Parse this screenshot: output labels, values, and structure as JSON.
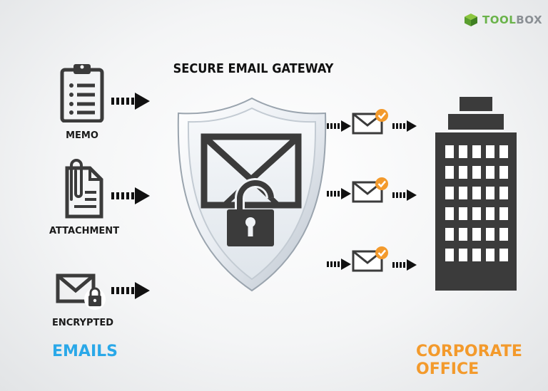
{
  "brand": {
    "logo_part1": "TOOL",
    "logo_part2": "BOX"
  },
  "title": "SECURE EMAIL GATEWAY",
  "inputs": [
    {
      "label": "MEMO",
      "icon": "clipboard-icon"
    },
    {
      "label": "ATTACHMENT",
      "icon": "paperclip-document-icon"
    },
    {
      "label": "ENCRYPTED",
      "icon": "locked-envelope-icon"
    }
  ],
  "gateway_icon": "shield-envelope-padlock-icon",
  "outputs_icon": "verified-envelope-icon",
  "destination_icon": "office-building-icon",
  "footer": {
    "left": "EMAILS",
    "right": "CORPORATE OFFICE"
  },
  "colors": {
    "emails": "#2aa8e8",
    "corporate": "#f39a2c",
    "logo_green": "#6ab34a",
    "icon_dark": "#3b3b3b",
    "check_orange": "#f39a2c"
  }
}
